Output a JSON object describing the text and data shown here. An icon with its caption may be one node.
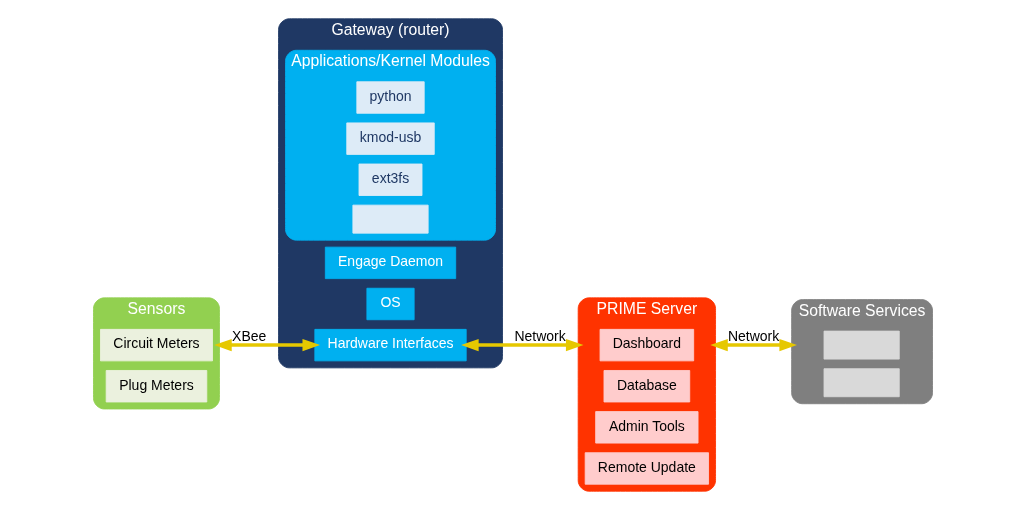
{
  "diagram": {
    "nodes": [
      {
        "text": [
          "Sensors"
        ]
      },
      {
        "text": [
          "Circuit Meters"
        ],
        "in": 0
      },
      {
        "text": [
          "Plug Meters"
        ],
        "in": 0
      },
      {
        "text": [
          "Gateway (router)"
        ]
      },
      {
        "text": [
          "Engage Daemon"
        ],
        "in": 3
      },
      {
        "text": [
          "Applications/Kernel Modules"
        ],
        "in": 3
      },
      {
        "text": [
          "python"
        ],
        "in": 5
      },
      {
        "text": [
          "kmod-usb"
        ],
        "in": 5
      },
      {
        "text": [
          "ext3fs"
        ],
        "in": 5
      },
      {
        "text": [],
        "shape": "box",
        "in": 5
      },
      {
        "text": [
          "OS"
        ],
        "in": 3
      },
      {
        "text": [
          "Hardware Interfaces"
        ],
        "in": 3
      },
      {
        "text": [
          "PRIME Server"
        ]
      },
      {
        "text": [
          "Dashboard"
        ],
        "in": 12
      },
      {
        "text": [
          "Database"
        ],
        "in": 12
      },
      {
        "text": [
          "Admin Tools"
        ],
        "in": 12
      },
      {
        "text": [
          "Remote Update"
        ],
        "in": 12
      },
      {
        "text": [
          "Software Services"
        ]
      },
      {
        "text": [],
        "shape": "box",
        "in": 17
      },
      {
        "text": [],
        "shape": "box",
        "in": 17
      }
    ],
    "edges": [
      {
        "from": 0,
        "to": 11,
        "arrow": "both",
        "label": "XBee"
      },
      {
        "from": 11,
        "to": 12,
        "arrow": "both",
        "label": "Network"
      },
      {
        "from": 12,
        "to": 17,
        "arrow": "both",
        "label": "Network"
      }
    ]
  }
}
